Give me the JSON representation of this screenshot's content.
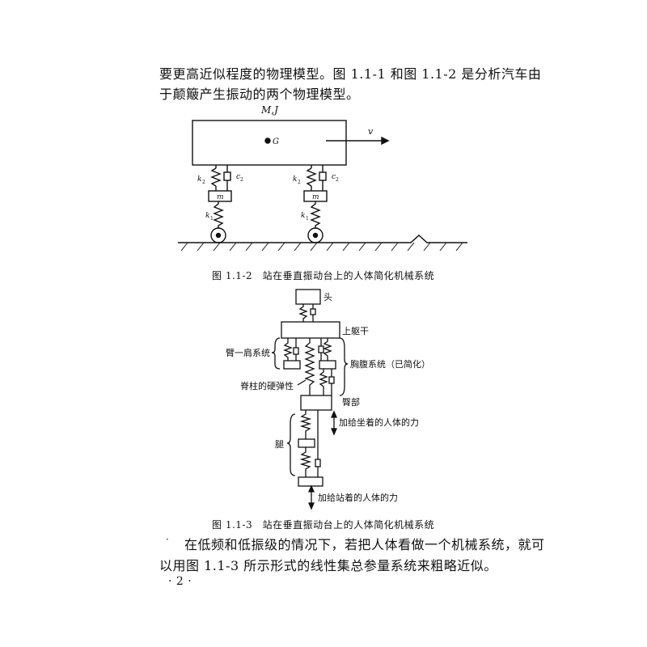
{
  "intro": {
    "line1": "要更高近似程度的物理模型。图 1.1-1 和图 1.1-2 是分析汽车由",
    "line2": "于颠簸产生振动的两个物理模型。"
  },
  "figure_car": {
    "mass_label": "M,J",
    "center_label": "G",
    "velocity_label": "v",
    "k2_label": "k",
    "k2_sub": "2",
    "c2_label": "c",
    "c2_sub": "2",
    "m_label": "m",
    "k1_label": "k",
    "k1_sub": "1",
    "caption": "图 1.1-2　站在垂直振动台上的人体简化机械系统"
  },
  "figure_body": {
    "head": "头",
    "upper_torso": "上躯干",
    "arm_shoulder": "臂一肩系统",
    "chest_abdomen": "胸腹系统（已简化）",
    "spine": "脊柱的硬弹性",
    "hip": "臀部",
    "sitting_force": "加给坐着的人体的力",
    "leg": "腿",
    "standing_force": "加给站着的人体的力",
    "caption": "图 1.1-3　站在垂直振动台上的人体简化机械系统"
  },
  "body_text": {
    "tick": "·",
    "line1": "在低频和低振级的情况下，若把人体看做一个机械系统，就可",
    "line2": "以用图 1.1-3 所示形式的线性集总参量系统来粗略近似。"
  },
  "page_number": "· 2 ·"
}
